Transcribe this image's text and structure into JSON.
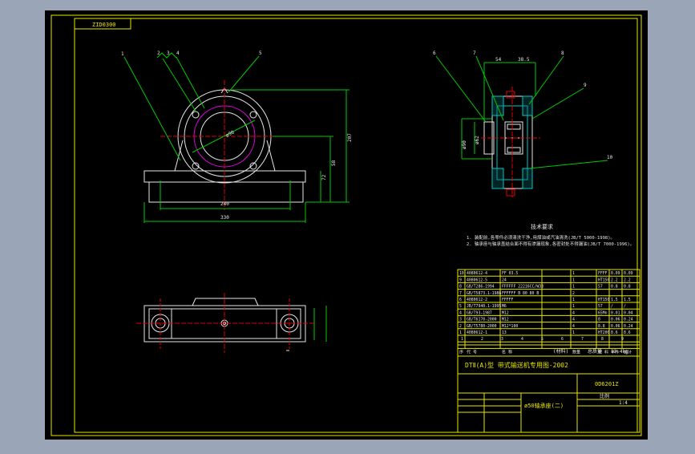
{
  "drawing": {
    "code_box": "ZID0300",
    "front_view": {
      "dims": [
        "240",
        "330",
        "ø90",
        "58",
        "207",
        "72"
      ],
      "leaders": [
        "1",
        "2",
        "3",
        "4",
        "5"
      ]
    },
    "section_view": {
      "dims": [
        "54",
        "38.5",
        "ø90",
        "ø62"
      ],
      "leaders": [
        "6",
        "7",
        "8",
        "9",
        "10"
      ]
    },
    "tech_requirements": {
      "heading": "技术要求",
      "lines": [
        "1. 装配前,各零件必须清洗干净,用煤油或汽油清洗(JB/T 5000-1998)。",
        "2. 轴承座与轴承盖结合面不得有渗漏现象,各密封处不得漏油(JB/T 7000-1996)。"
      ]
    },
    "bom": [
      {
        "no": "10",
        "code": "4080612-4",
        "name": "FF 03.5",
        "qty": "1",
        "mat": "FFFF",
        "w1": "0.09",
        "w2": "0.09"
      },
      {
        "no": "9",
        "code": "4080612-5",
        "name": "24",
        "qty": "1",
        "mat": "HT150",
        "w1": "2.2",
        "w2": "2.2"
      },
      {
        "no": "8",
        "code": "GB/T286-1994",
        "name": "FFFFFF 22216CC/W33",
        "qty": "1",
        "mat": "57",
        "w1": "0.8",
        "w2": "0.8"
      },
      {
        "no": "7",
        "code": "GB/T5873.1-1986",
        "name": "FFFFFF B 80 80 B",
        "qty": "2",
        "mat": "",
        "w1": "",
        "w2": ""
      },
      {
        "no": "6",
        "code": "4080612-2",
        "name": "FFFFF",
        "qty": "1",
        "mat": "HT150",
        "w1": "1.5",
        "w2": "1.5"
      },
      {
        "no": "5",
        "code": "JB/T7940.1-1995",
        "name": "M6",
        "qty": "1",
        "mat": "57",
        "w1": "/",
        "w2": "/"
      },
      {
        "no": "4",
        "code": "GB/T93-1987",
        "name": "M12",
        "qty": "4",
        "mat": "65Mn",
        "w1": "0.01",
        "w2": "0.04"
      },
      {
        "no": "3",
        "code": "GB/T6170-2000",
        "name": "M12",
        "qty": "4",
        "mat": "8",
        "w1": "0.06",
        "w2": "0.24"
      },
      {
        "no": "2",
        "code": "GB/T5780-2000",
        "name": "M12*100",
        "qty": "4",
        "mat": "8.8",
        "w1": "0.06",
        "w2": "0.24"
      },
      {
        "no": "1",
        "code": "4080612-1",
        "name": "13",
        "qty": "1",
        "mat": "HT200",
        "w1": "8.6",
        "w2": "8.6"
      }
    ],
    "bom_header": [
      "序",
      "代 号",
      "名 称",
      "数量",
      "材 料",
      "单件",
      "总计"
    ],
    "bom_footer_labels": [
      "1",
      "2",
      "3",
      "4",
      "5",
      "6",
      "7",
      "8",
      "9"
    ],
    "total_weight_label": "总质量",
    "total_weight": "13.4kg",
    "standard_label": "(材料)",
    "project_title": "DTⅡ(A)型  带式输送机专用图-2002",
    "drawing_no": "0D6201Z",
    "part_title": "ø50轴承座(二)",
    "scale_label": "比例",
    "scale": "1:4"
  }
}
